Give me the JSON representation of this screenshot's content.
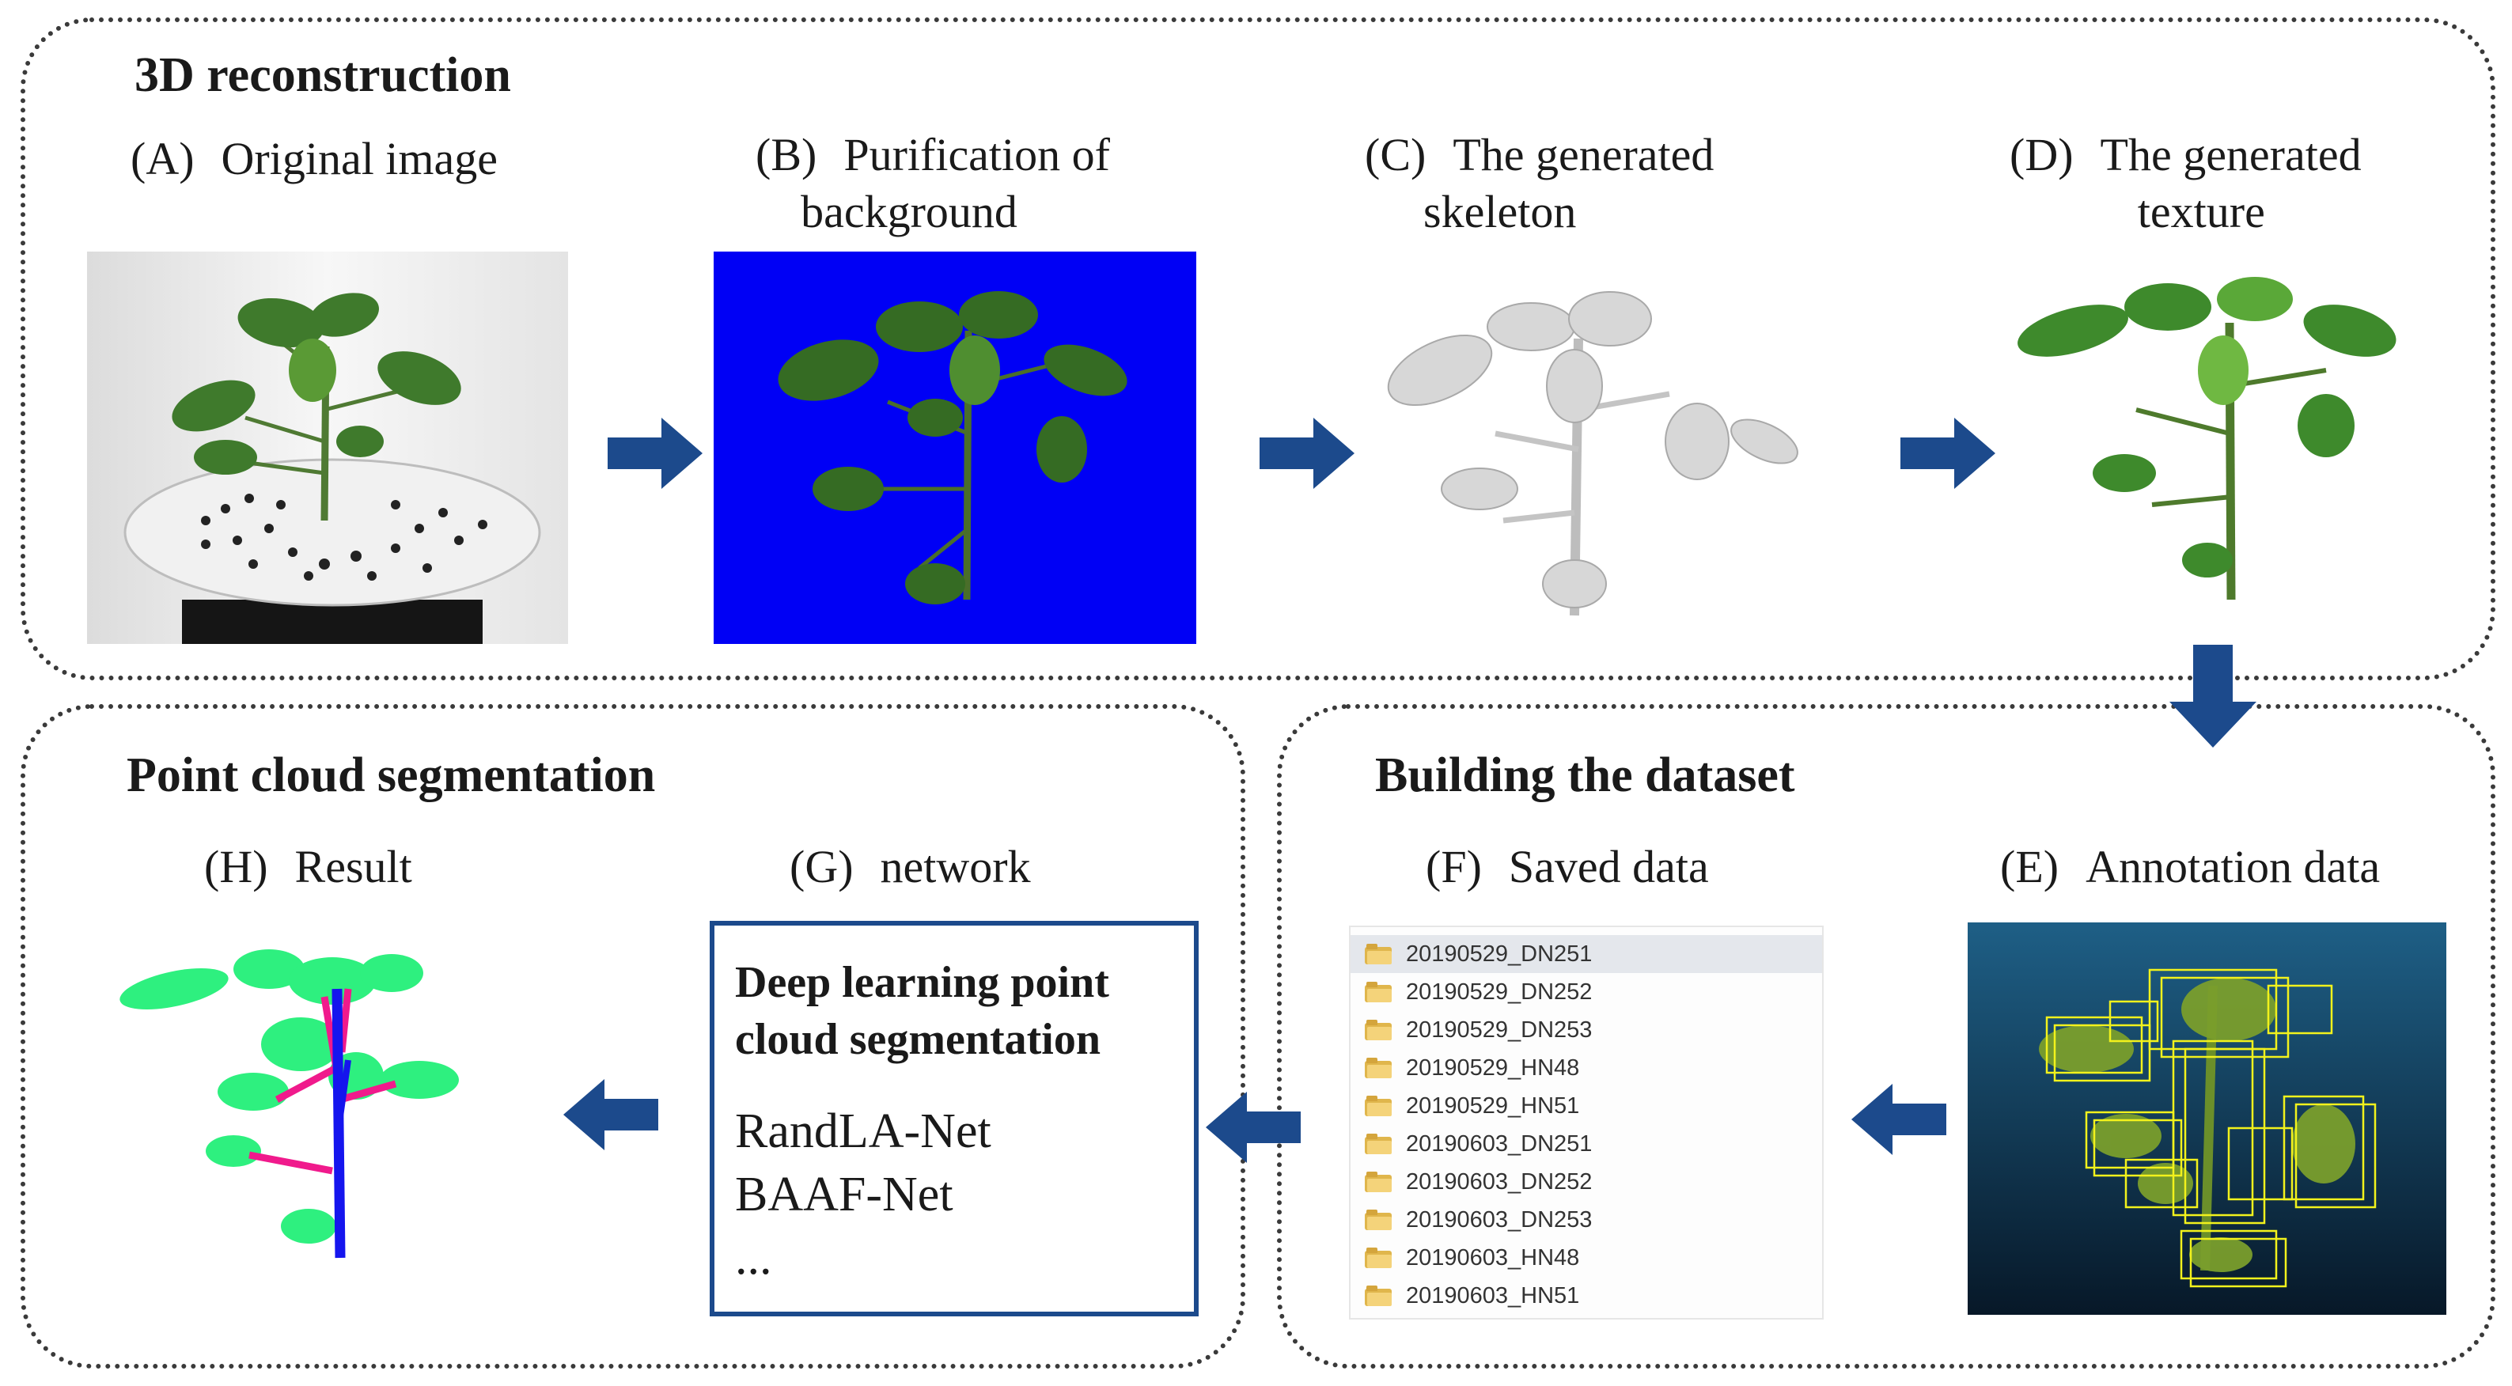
{
  "sections": {
    "reconstruction": "3D reconstruction",
    "dataset": "Building the dataset",
    "segmentation": "Point cloud segmentation"
  },
  "panels": {
    "A": {
      "tag": "(A)",
      "title": "Original image"
    },
    "B": {
      "tag": "(B)",
      "title_line1": "Purification of",
      "title_line2": "background"
    },
    "C": {
      "tag": "(C)",
      "title_line1": "The generated",
      "title_line2": "skeleton"
    },
    "D": {
      "tag": "(D)",
      "title_line1": "The generated",
      "title_line2": "texture"
    },
    "E": {
      "tag": "(E)",
      "title": "Annotation data"
    },
    "F": {
      "tag": "(F)",
      "title": "Saved data"
    },
    "G": {
      "tag": "(G)",
      "title": "network"
    },
    "H": {
      "tag": "(H)",
      "title": "Result"
    }
  },
  "network_box": {
    "heading_line1": "Deep learning point",
    "heading_line2": "cloud segmentation",
    "items": [
      "RandLA-Net",
      "BAAF-Net",
      "..."
    ]
  },
  "saved_files": [
    "20190529_DN251",
    "20190529_DN252",
    "20190529_DN253",
    "20190529_HN48",
    "20190529_HN51",
    "20190603_DN251",
    "20190603_DN252",
    "20190603_DN253",
    "20190603_HN48",
    "20190603_HN51"
  ],
  "colors": {
    "arrow": "#1c4a8c",
    "background_purified": "#0000f5",
    "leaf_segment": "#2ef07f",
    "stem_segment": "#1515ee",
    "petiole_segment": "#f01a8c",
    "annotation_box": "#f2f21c"
  },
  "icons": [
    "arrow-right-icon",
    "arrow-down-icon",
    "arrow-left-icon",
    "folder-icon"
  ]
}
